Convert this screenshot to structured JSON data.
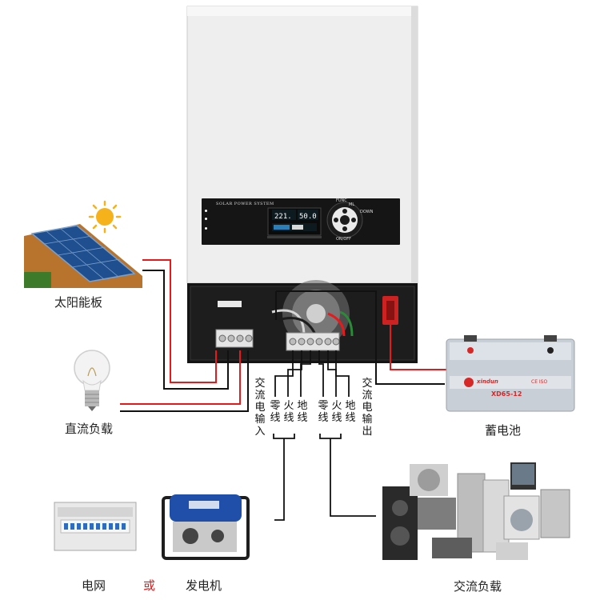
{
  "inverter": {
    "panel_title": "SOLAR POWER SYSTEM",
    "lcd_left": "221.",
    "lcd_right": "50.0",
    "button_top": "FUNC",
    "button_ml": "ML",
    "button_right": "DOWN",
    "button_bottom": "ON/OFF"
  },
  "labels": {
    "solar_panel": "太阳能板",
    "dc_load": "直流负载",
    "battery": "蓄电池",
    "grid": "电网",
    "or": "或",
    "generator": "发电机",
    "ac_load": "交流负载",
    "ac_input": "交流电输入",
    "ac_output": "交流电输出",
    "in_neutral": "零线",
    "in_live": "火线",
    "in_ground": "地线",
    "out_neutral": "零线",
    "out_live": "火线",
    "out_ground": "地线"
  },
  "battery": {
    "brand": "xindun",
    "model": "XD65-12",
    "cert": "CE ISO"
  },
  "colors": {
    "positive_wire": "#e8191a",
    "negative_wire": "#111111",
    "or_text": "#e8191a"
  }
}
